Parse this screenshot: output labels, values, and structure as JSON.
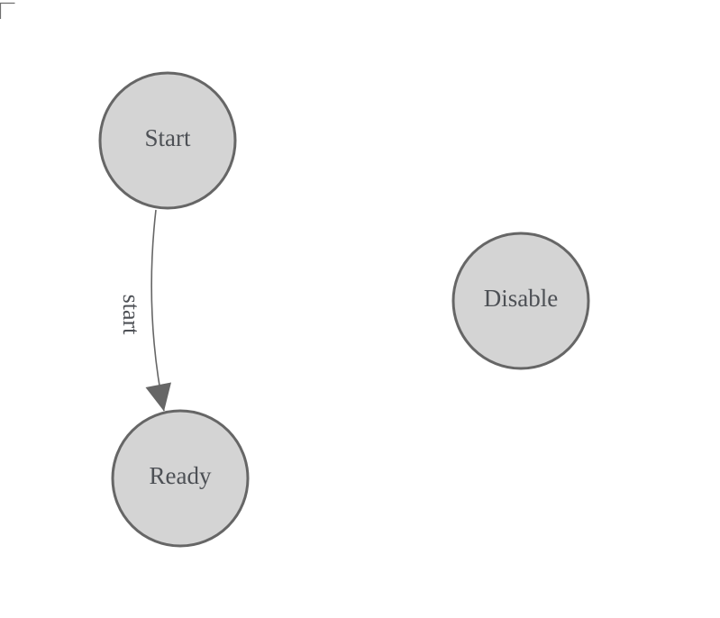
{
  "diagram": {
    "kind": "state-diagram",
    "colors": {
      "background": "#ffffff",
      "node_fill": "#d4d4d4",
      "node_border": "#666666",
      "edge": "#666666",
      "arrowhead": "#666666",
      "label_text": "#4d5055",
      "corner_mark": "#6e6e6e"
    },
    "nodes": [
      {
        "id": "start",
        "label": "Start"
      },
      {
        "id": "ready",
        "label": "Ready"
      },
      {
        "id": "disable",
        "label": "Disable"
      }
    ],
    "edges": [
      {
        "from": "start",
        "to": "ready",
        "label": "start",
        "direction": "down",
        "style": "curved-arrow"
      }
    ]
  }
}
